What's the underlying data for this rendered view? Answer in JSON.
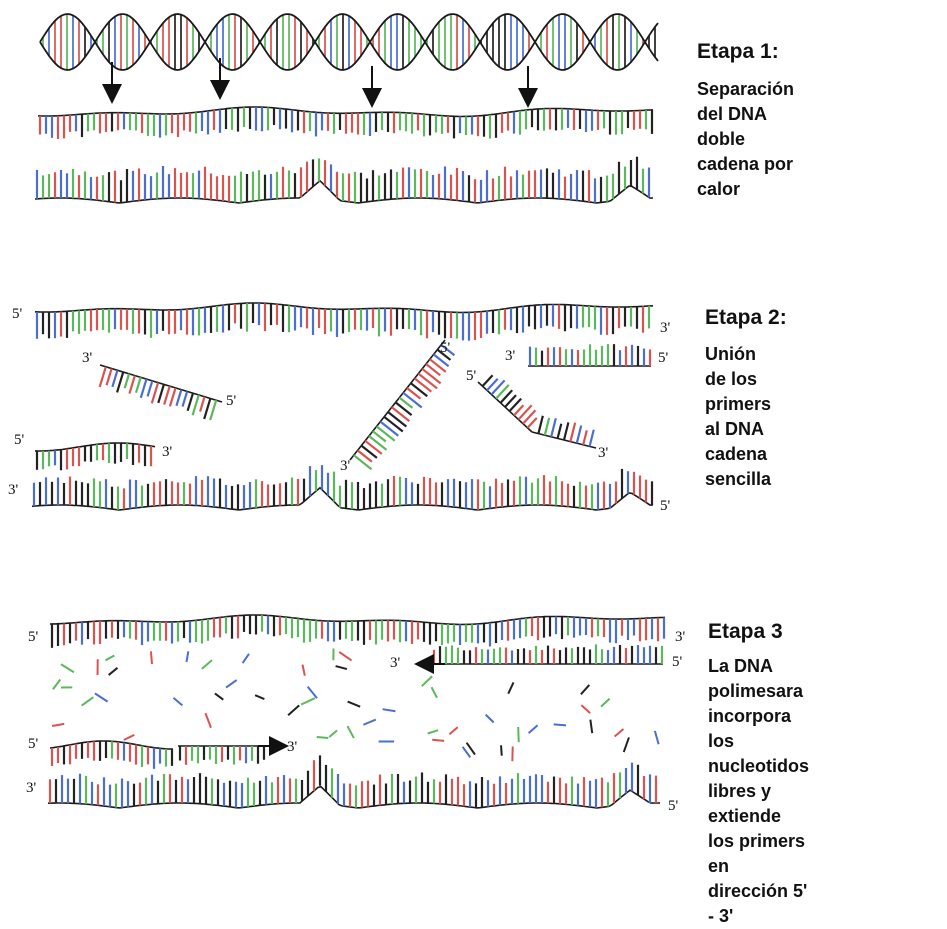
{
  "colors": {
    "backbone": "#1a1a1a",
    "base_red": "#d9534f",
    "base_green": "#5cb85c",
    "base_blue": "#4a6fd1",
    "base_black": "#222222",
    "arrow": "#111111"
  },
  "stages": [
    {
      "title": "Etapa 1:",
      "description": [
        "Separación del DNA",
        "doble cadena por",
        "calor"
      ]
    },
    {
      "title": "Etapa 2:",
      "description": [
        "Unión de los primers",
        "al DNA cadena",
        "sencilla"
      ]
    },
    {
      "title": "Etapa 3",
      "description": [
        "La DNA polimesara",
        "incorpora los",
        "nucleotidos libres y",
        "extiende los primers",
        "en dirección 5' - 3'"
      ]
    }
  ],
  "end_labels": {
    "five_prime": "5'",
    "three_prime": "3'"
  }
}
